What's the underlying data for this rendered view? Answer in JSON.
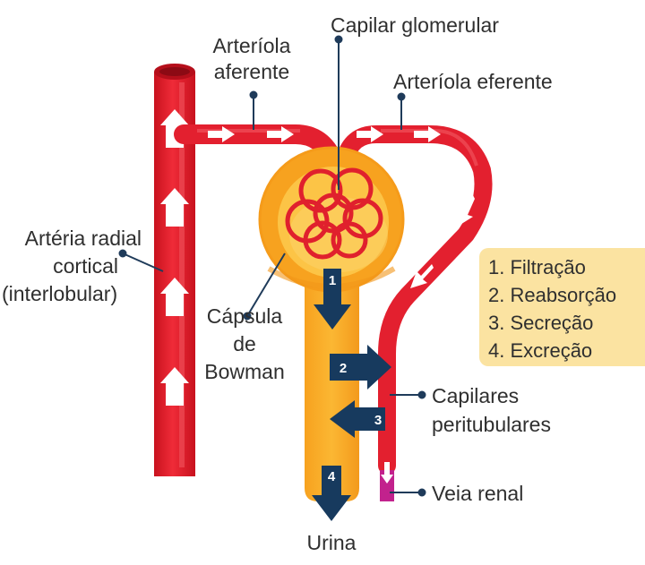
{
  "labels": {
    "glomerular_capillary": "Capilar glomerular",
    "afferent_arteriole_line1": "Arteríola",
    "afferent_arteriole_line2": "aferente",
    "efferent_arteriole": "Arteríola eferente",
    "radial_artery_line1": "Artéria radial",
    "radial_artery_line2": "cortical",
    "radial_artery_line3": "(interlobular)",
    "bowman_line1": "Cápsula",
    "bowman_line2": "de",
    "bowman_line3": "Bowman",
    "peritubular_line1": "Capilares",
    "peritubular_line2": "peritubulares",
    "renal_vein": "Veia renal",
    "urine": "Urina"
  },
  "legend": {
    "items": [
      "1. Filtração",
      "2. Reabsorção",
      "3. Secreção",
      "4. Excreção"
    ]
  },
  "process_markers": [
    "1",
    "2",
    "3",
    "4"
  ],
  "colors": {
    "artery": "#e3202f",
    "artery_dark": "#b0101c",
    "artery_light": "#f25a63",
    "capsule": "#f9a825",
    "capsule_light": "#fcc446",
    "capsule_dark": "#f08f1a",
    "arrow_navy": "#173a5e",
    "vein": "#c2228d",
    "legend_bg": "#fbe3a1"
  }
}
